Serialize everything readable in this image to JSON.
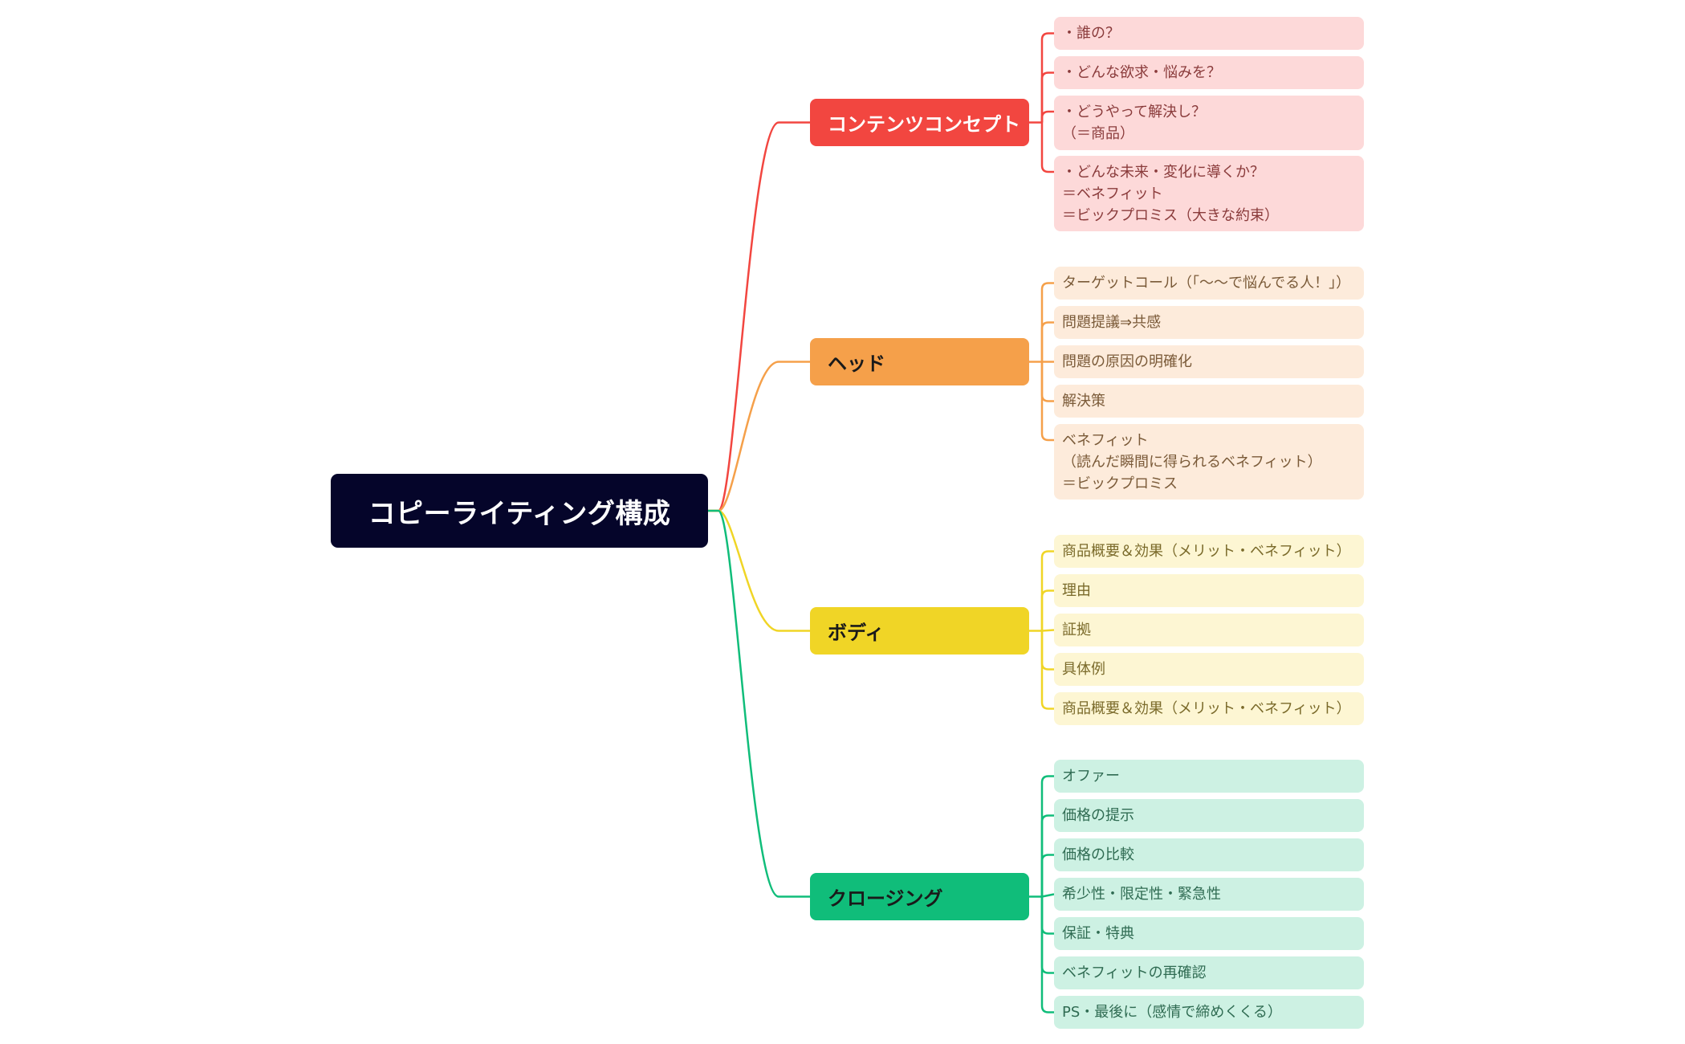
{
  "root": {
    "label": "コピーライティング構成",
    "color": "#05052a"
  },
  "branches": [
    {
      "label": "コンテンツコンセプト",
      "color": "#f24640",
      "text_color": "#ffffff",
      "leaf_bg": "#fdd9d9",
      "leaf_text": "#8a3b3b",
      "leaves": [
        "・誰の？",
        "・どんな欲求・悩みを？",
        "・どうやって解決し？\n（＝商品）",
        "・どんな未来・変化に導くか？\n＝ベネフィット\n＝ビックプロミス（大きな約束）"
      ]
    },
    {
      "label": "ヘッド",
      "color": "#f5a04a",
      "text_color": "#1a1a1a",
      "leaf_bg": "#fdebdb",
      "leaf_text": "#7a5a38",
      "leaves": [
        "ターゲットコール（「〜〜で悩んでる人！」）",
        "問題提議⇒共感",
        "問題の原因の明確化",
        "解決策",
        "ベネフィット\n（読んだ瞬間に得られるベネフィット）\n＝ビックプロミス"
      ]
    },
    {
      "label": "ボディ",
      "color": "#f0d526",
      "text_color": "#1a1a1a",
      "leaf_bg": "#fdf6d3",
      "leaf_text": "#7a6a2a",
      "leaves": [
        "商品概要＆効果（メリット・ベネフィット）",
        "理由",
        "証拠",
        "具体例",
        "商品概要＆効果（メリット・ベネフィット）"
      ]
    },
    {
      "label": "クロージング",
      "color": "#10bd7a",
      "text_color": "#1a1a1a",
      "leaf_bg": "#cdf1e3",
      "leaf_text": "#2f6b52",
      "leaves": [
        "オファー",
        "価格の提示",
        "価格の比較",
        "希少性・限定性・緊急性",
        "保証・特典",
        "ベネフィットの再確認",
        "PS・最後に（感情で締めくくる）"
      ]
    }
  ]
}
